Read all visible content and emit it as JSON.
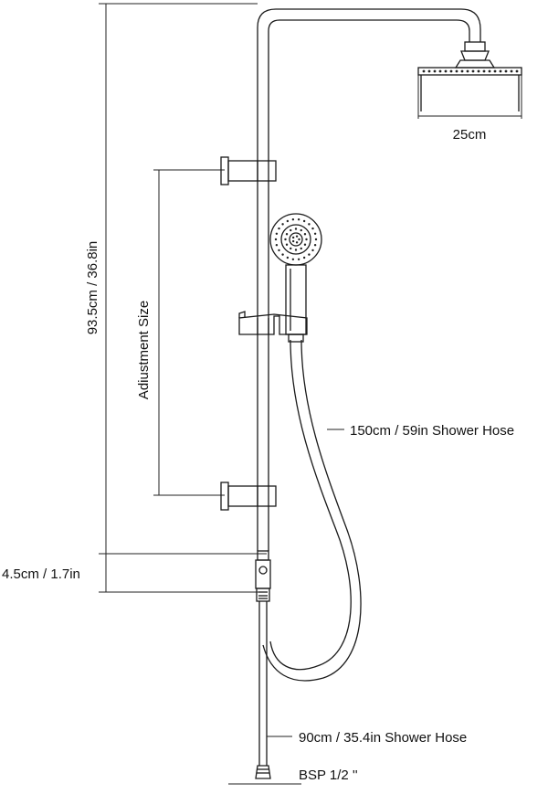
{
  "labels": {
    "head_width": "25cm",
    "rail_height": "93.5cm / 36.8in",
    "adjustment": "Adiustment Size",
    "hose_long": "150cm / 59in Shower Hose",
    "connector": "4.5cm / 1.7in",
    "hose_short": "90cm / 35.4in Shower Hose",
    "thread": "BSP 1/2 ''"
  },
  "colors": {
    "line": "#1a1a1a",
    "background": "#ffffff"
  }
}
